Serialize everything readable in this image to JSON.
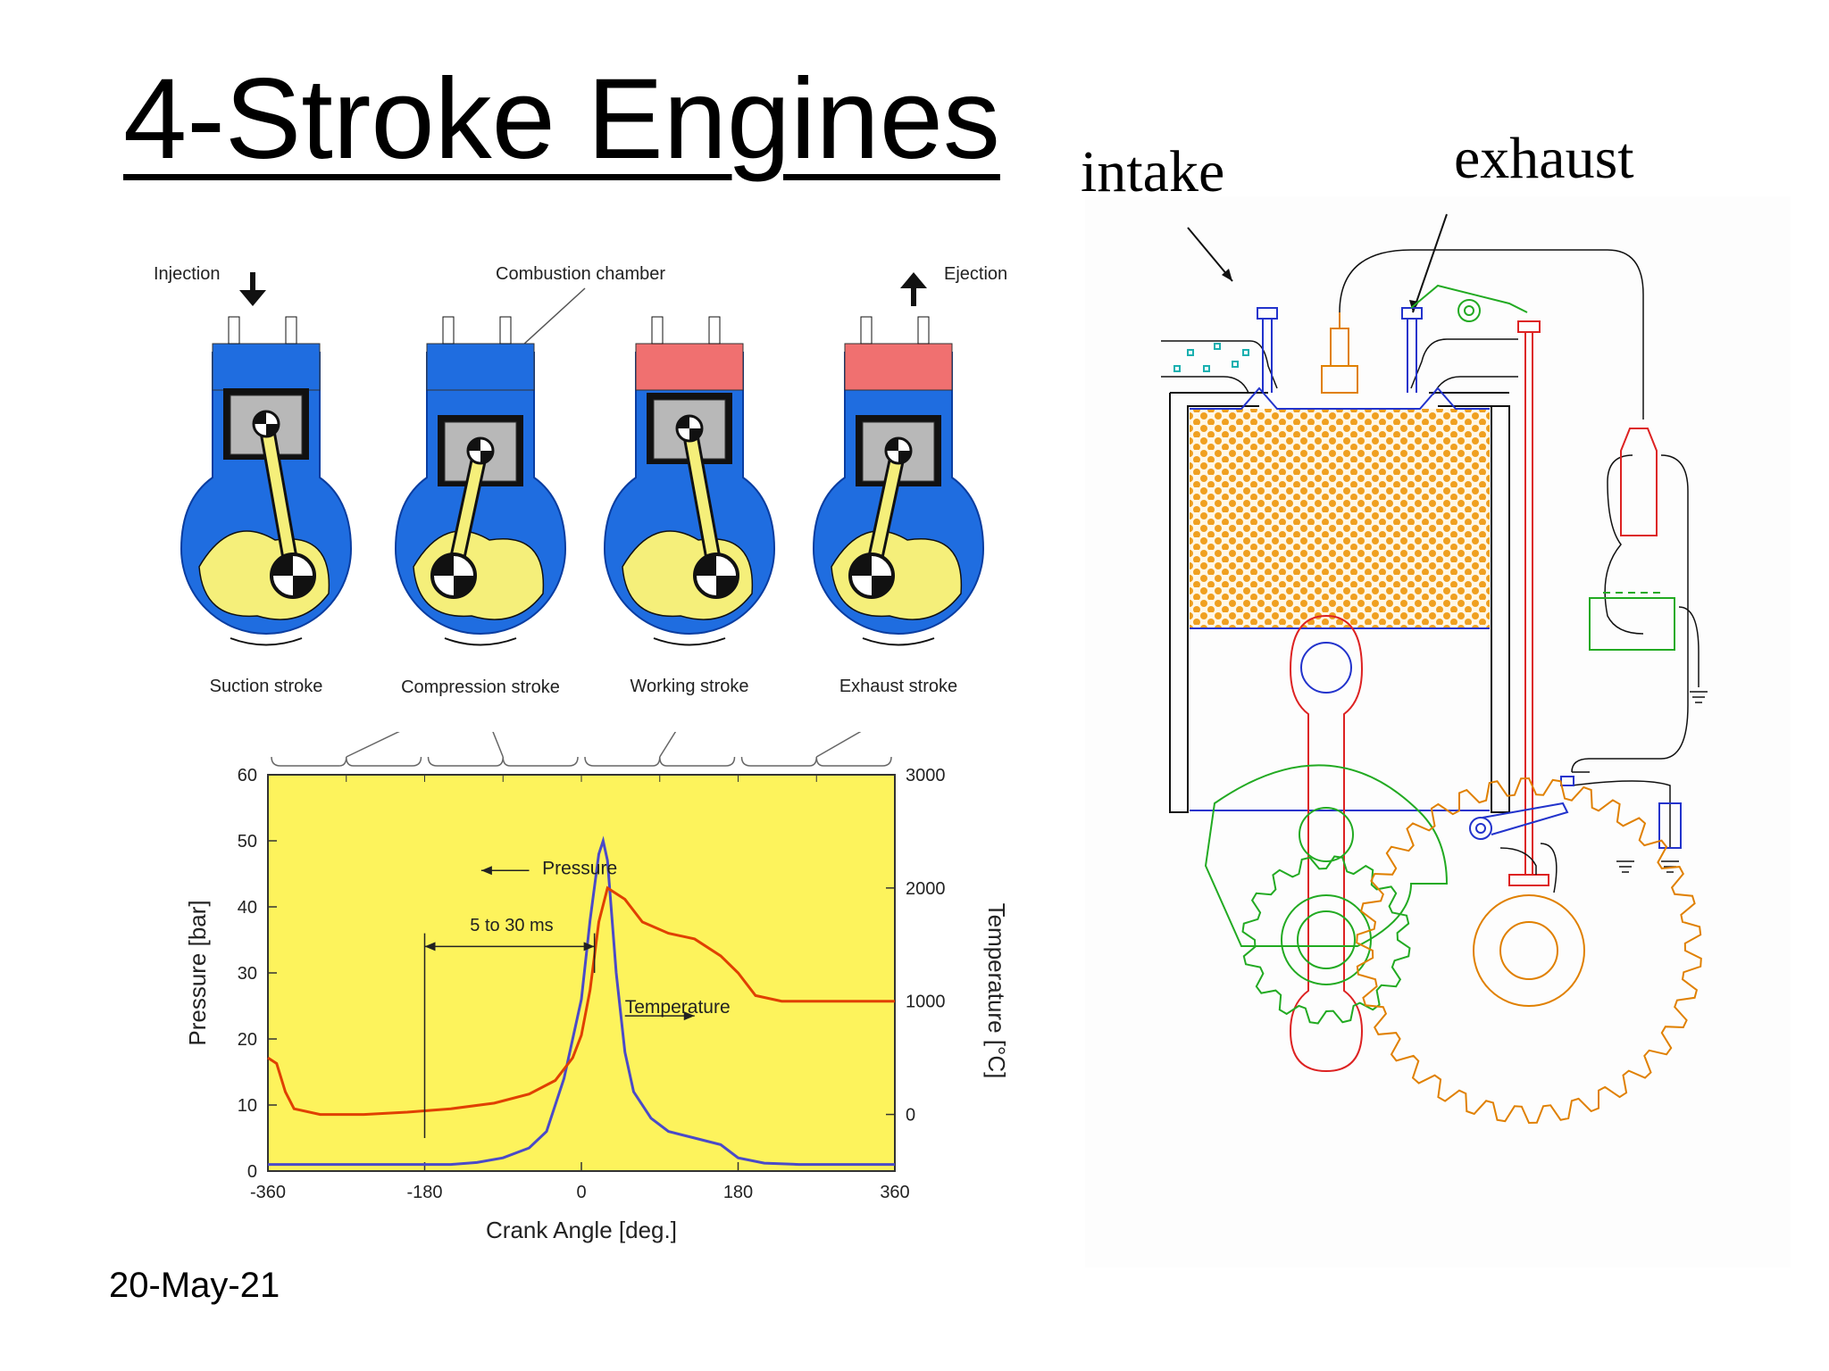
{
  "title": "4-Stroke Engines",
  "date": "20-May-21",
  "strokes_figure": {
    "labels": {
      "injection": "Injection",
      "combustion_chamber": "Combustion chamber",
      "ejection": "Ejection"
    },
    "strokes": [
      "Suction stroke",
      "Compression stroke",
      "Working stroke",
      "Exhaust stroke"
    ]
  },
  "chart_data": {
    "type": "line",
    "xlabel": "Crank Angle [deg.]",
    "ylabel": "Pressure [bar]",
    "y2label": "Temperature [°C]",
    "xlim": [
      -360,
      360
    ],
    "ylim": [
      0,
      60
    ],
    "y2lim": [
      -500,
      3000
    ],
    "x_ticks": [
      -360,
      -180,
      0,
      180,
      360
    ],
    "y_ticks": [
      0,
      10,
      20,
      30,
      40,
      50,
      60
    ],
    "y2_ticks": [
      0,
      1000,
      2000,
      3000
    ],
    "background": "#fdf35c",
    "annotations": {
      "pressure": "Pressure",
      "temperature": "Temperature",
      "duration": "5 to 30 ms"
    },
    "series": [
      {
        "name": "Pressure",
        "axis": "left",
        "color": "#4a4ac8",
        "x": [
          -360,
          -150,
          -120,
          -90,
          -60,
          -40,
          -20,
          -10,
          0,
          10,
          20,
          25,
          30,
          40,
          50,
          60,
          80,
          100,
          130,
          160,
          180,
          210,
          250,
          300,
          360
        ],
        "y": [
          1,
          1,
          1.3,
          2,
          3.5,
          6,
          14,
          20,
          26,
          38,
          48,
          50,
          47,
          30,
          18,
          12,
          8,
          6,
          5,
          4,
          2,
          1.2,
          1,
          1,
          1
        ]
      },
      {
        "name": "Temperature",
        "axis": "right",
        "color": "#e04000",
        "x": [
          -360,
          -350,
          -340,
          -330,
          -300,
          -250,
          -200,
          -150,
          -100,
          -60,
          -30,
          -10,
          0,
          10,
          20,
          30,
          50,
          70,
          100,
          130,
          160,
          180,
          200,
          230,
          260,
          300,
          360
        ],
        "y": [
          500,
          450,
          200,
          50,
          0,
          0,
          20,
          50,
          100,
          180,
          300,
          500,
          700,
          1100,
          1700,
          2000,
          1900,
          1700,
          1600,
          1550,
          1400,
          1250,
          1050,
          1000,
          1000,
          1000,
          1000
        ]
      }
    ]
  },
  "engine_diagram": {
    "intake_label": "intake",
    "exhaust_label": "exhaust"
  }
}
